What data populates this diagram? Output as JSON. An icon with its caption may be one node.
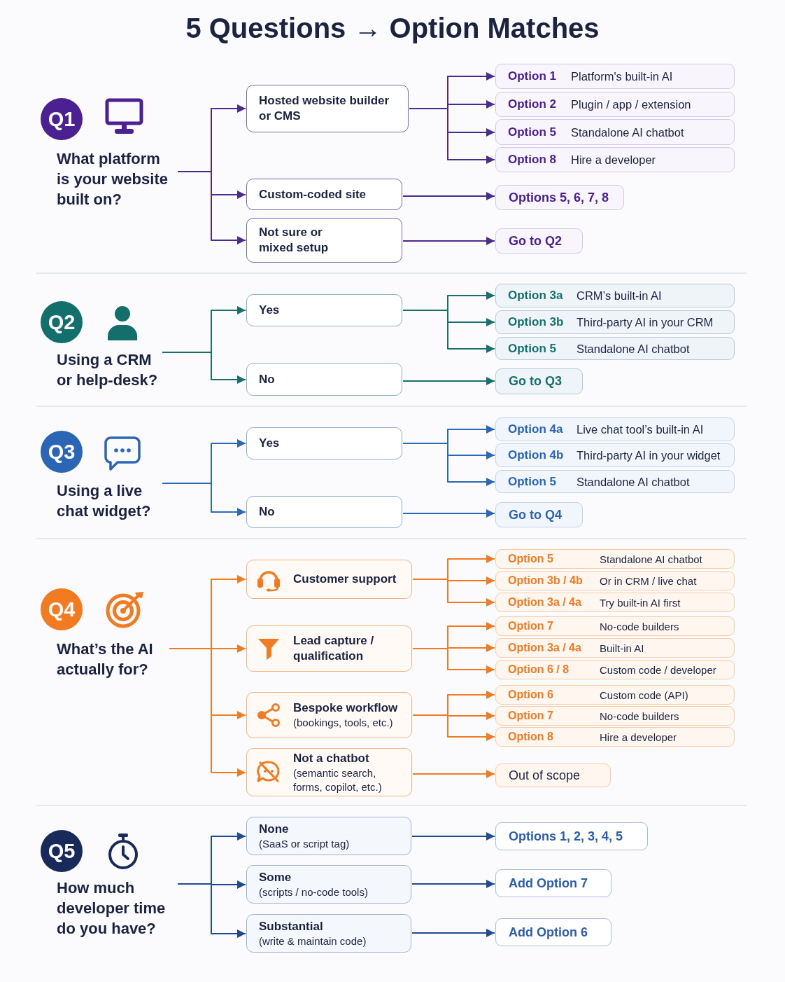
{
  "diagram": {
    "title": "5 Questions → Option Matches",
    "nodes": [
      {
        "text": [
          "Q1"
        ]
      },
      {
        "text": [
          "What platform is your website built on?"
        ]
      },
      {
        "text": [
          "Hosted website builder or CMS"
        ]
      },
      {
        "text": [
          "Custom-coded site"
        ]
      },
      {
        "text": [
          "Not sure or mixed setup"
        ]
      },
      {
        "text": [
          "Option 1",
          "Platform's built-in AI"
        ]
      },
      {
        "text": [
          "Option 2",
          "Plugin / app / extension"
        ]
      },
      {
        "text": [
          "Option 5",
          "Standalone AI chatbot"
        ]
      },
      {
        "text": [
          "Option 8",
          "Hire a developer"
        ]
      },
      {
        "text": [
          "Options 5, 6, 7, 8"
        ]
      },
      {
        "text": [
          "Go to Q2"
        ]
      },
      {
        "text": [
          "Q2"
        ]
      },
      {
        "text": [
          "Using a CRM or help-desk?"
        ]
      },
      {
        "text": [
          "Yes"
        ]
      },
      {
        "text": [
          "No"
        ]
      },
      {
        "text": [
          "Option 3a",
          "CRM’s built-in AI"
        ]
      },
      {
        "text": [
          "Option 3b",
          "Third-party AI in your CRM"
        ]
      },
      {
        "text": [
          "Option 5",
          "Standalone AI chatbot"
        ]
      },
      {
        "text": [
          "Go to Q3"
        ]
      },
      {
        "text": [
          "Q3"
        ]
      },
      {
        "text": [
          "Using a live chat widget?"
        ]
      },
      {
        "text": [
          "Yes"
        ]
      },
      {
        "text": [
          "No"
        ]
      },
      {
        "text": [
          "Option 4a",
          "Live chat tool’s built-in AI"
        ]
      },
      {
        "text": [
          "Option 4b",
          "Third-party AI in your widget"
        ]
      },
      {
        "text": [
          "Option 5",
          "Standalone AI chatbot"
        ]
      },
      {
        "text": [
          "Go to Q4"
        ]
      },
      {
        "text": [
          "Q4"
        ]
      },
      {
        "text": [
          "What’s the AI actually for?"
        ]
      },
      {
        "text": [
          "Customer support"
        ]
      },
      {
        "text": [
          "Lead capture / qualification"
        ]
      },
      {
        "text": [
          "Bespoke workflow",
          "(bookings, tools, etc.)"
        ]
      },
      {
        "text": [
          "Not a chatbot",
          "(semantic search, forms, copilot, etc.)"
        ]
      },
      {
        "text": [
          "Option 5",
          "Standalone AI chatbot"
        ]
      },
      {
        "text": [
          "Option 3b / 4b",
          "Or in CRM / live chat"
        ]
      },
      {
        "text": [
          "Option 3a / 4a",
          "Try built-in AI first"
        ]
      },
      {
        "text": [
          "Option 7",
          "No-code builders"
        ]
      },
      {
        "text": [
          "Option 3a / 4a",
          "Built-in AI"
        ]
      },
      {
        "text": [
          "Option 6 / 8",
          "Custom code / developer"
        ]
      },
      {
        "text": [
          "Option 6",
          "Custom code (API)"
        ]
      },
      {
        "text": [
          "Option 7",
          "No-code builders"
        ]
      },
      {
        "text": [
          "Option 8",
          "Hire a developer"
        ]
      },
      {
        "text": [
          "Out of scope"
        ]
      },
      {
        "text": [
          "Q5"
        ]
      },
      {
        "text": [
          "How much developer time do you have?"
        ]
      },
      {
        "text": [
          "None",
          "(SaaS or script tag)"
        ]
      },
      {
        "text": [
          "Some",
          "(scripts / no-code tools)"
        ]
      },
      {
        "text": [
          "Substantial",
          "(write & maintain code)"
        ]
      },
      {
        "text": [
          "Options 1, 2, 3, 4, 5"
        ]
      },
      {
        "text": [
          "Add Option 7"
        ]
      },
      {
        "text": [
          "Add Option 6"
        ]
      }
    ],
    "edges": [
      {
        "from": 1,
        "to": 2,
        "arrow": "to",
        "color": "#4b2a91"
      },
      {
        "from": 1,
        "to": 3,
        "arrow": "to",
        "color": "#4b2a91"
      },
      {
        "from": 1,
        "to": 4,
        "arrow": "to",
        "color": "#4b2a91"
      },
      {
        "from": 2,
        "to": 5,
        "arrow": "to",
        "color": "#4b2a91"
      },
      {
        "from": 2,
        "to": 6,
        "arrow": "to",
        "color": "#4b2a91"
      },
      {
        "from": 2,
        "to": 7,
        "arrow": "to",
        "color": "#4b2a91"
      },
      {
        "from": 2,
        "to": 8,
        "arrow": "to",
        "color": "#4b2a91"
      },
      {
        "from": 3,
        "to": 9,
        "arrow": "to",
        "color": "#4b2a91"
      },
      {
        "from": 4,
        "to": 10,
        "arrow": "to",
        "color": "#4b2a91"
      },
      {
        "from": 12,
        "to": 13,
        "arrow": "to",
        "color": "#16716d"
      },
      {
        "from": 12,
        "to": 14,
        "arrow": "to",
        "color": "#16716d"
      },
      {
        "from": 13,
        "to": 15,
        "arrow": "to",
        "color": "#16716d"
      },
      {
        "from": 13,
        "to": 16,
        "arrow": "to",
        "color": "#16716d"
      },
      {
        "from": 13,
        "to": 17,
        "arrow": "to",
        "color": "#16716d"
      },
      {
        "from": 14,
        "to": 18,
        "arrow": "to",
        "color": "#16716d"
      },
      {
        "from": 20,
        "to": 21,
        "arrow": "to",
        "color": "#2c68b8"
      },
      {
        "from": 20,
        "to": 22,
        "arrow": "to",
        "color": "#2c68b8"
      },
      {
        "from": 21,
        "to": 23,
        "arrow": "to",
        "color": "#2c68b8"
      },
      {
        "from": 21,
        "to": 24,
        "arrow": "to",
        "color": "#2c68b8"
      },
      {
        "from": 21,
        "to": 25,
        "arrow": "to",
        "color": "#2c68b8"
      },
      {
        "from": 22,
        "to": 26,
        "arrow": "to",
        "color": "#2c68b8"
      },
      {
        "from": 28,
        "to": 29,
        "arrow": "to"
      },
      {
        "from": 28,
        "to": 30,
        "arrow": "to"
      },
      {
        "from": 28,
        "to": 31,
        "arrow": "to"
      },
      {
        "from": 28,
        "to": 32,
        "arrow": "to"
      },
      {
        "from": 29,
        "to": 33,
        "arrow": "to"
      },
      {
        "from": 29,
        "to": 34,
        "arrow": "to"
      },
      {
        "from": 29,
        "to": 35,
        "arrow": "to"
      },
      {
        "from": 30,
        "to": 36,
        "arrow": "to"
      },
      {
        "from": 30,
        "to": 37,
        "arrow": "to"
      },
      {
        "from": 30,
        "to": 38,
        "arrow": "to"
      },
      {
        "from": 31,
        "to": 39,
        "arrow": "to"
      },
      {
        "from": 31,
        "to": 40,
        "arrow": "to"
      },
      {
        "from": 31,
        "to": 41,
        "arrow": "to"
      },
      {
        "from": 32,
        "to": 42,
        "arrow": "to"
      },
      {
        "from": 44,
        "to": 45,
        "arrow": "to",
        "color": "#1e4b94"
      },
      {
        "from": 44,
        "to": 46,
        "arrow": "to",
        "color": "#1e4b94"
      },
      {
        "from": 44,
        "to": 47,
        "arrow": "to",
        "color": "#1e4b94"
      },
      {
        "from": 45,
        "to": 48,
        "arrow": "to",
        "color": "#1e4b94"
      },
      {
        "from": 46,
        "to": 49,
        "arrow": "to",
        "color": "#1e4b94"
      },
      {
        "from": 47,
        "to": 50,
        "arrow": "to",
        "color": "#1e4b94"
      }
    ]
  }
}
